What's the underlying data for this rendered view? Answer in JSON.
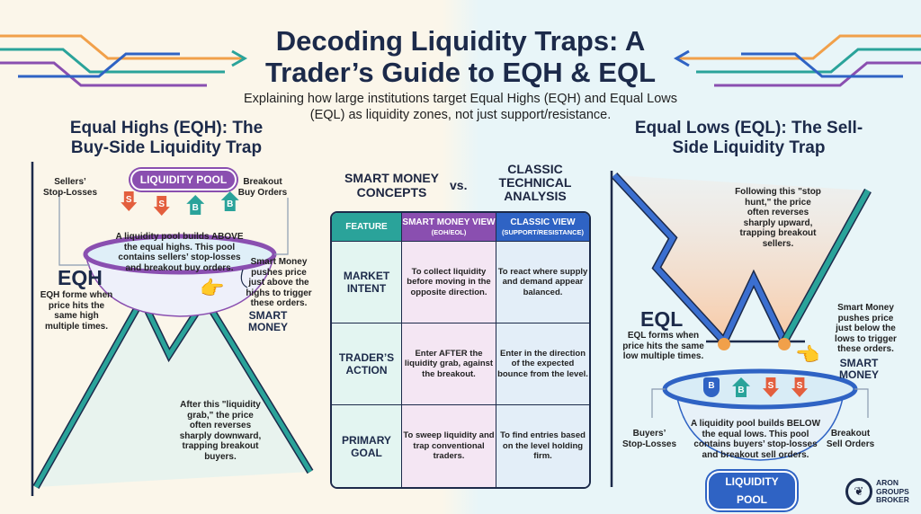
{
  "header": {
    "title": "Decoding Liquidity Traps: A Trader’s Guide to EQH & EQL",
    "subtitle": "Explaining how large institutions target Equal Highs (EQH) and Equal Lows (EQL) as liquidity zones, not just support/resistance."
  },
  "left": {
    "title": "Equal Highs (EQH): The Buy-Side Liquidity Trap",
    "pool_label": "LIQUIDITY POOL",
    "sellers_label": "Sellers’ Stop-Losses",
    "breakout_label": "Breakout Buy Orders",
    "pool_text": "A liquidity pool builds ABOVE the equal highs. This pool contains sellers’ stop-losses and breakout buy orders.",
    "eqh_label": "EQH",
    "eqh_text": "EQH forme when price hits the same high multiple times.",
    "smart_text": "Smart Money pushes price just above the highs to trigger these orders.",
    "smart_label": "SMART MONEY",
    "after_text": "After this \"liquidity grab,\" the price often reverses sharply downward, trapping breakout buyers.",
    "markers": [
      "S",
      "S",
      "B",
      "B"
    ]
  },
  "center": {
    "heading_left": "SMART MONEY CONCEPTS",
    "vs": "vs.",
    "heading_right": "CLASSIC TECHNICAL ANALYSIS",
    "columns": [
      {
        "label": "FEATURE",
        "sub": ""
      },
      {
        "label": "SMART MONEY VIEW",
        "sub": "(EOH/EOL)"
      },
      {
        "label": "CLASSIC VIEW",
        "sub": "(SUPPORT/RESISTANCE)"
      }
    ],
    "rows": [
      {
        "feature": "MARKET INTENT",
        "smart": "To collect liquidity before moving in the opposite direction.",
        "classic": "To react where supply and demand appear balanced."
      },
      {
        "feature": "TRADER’S ACTION",
        "smart": "Enter AFTER the liquidity grab, against the breakout.",
        "classic": "Enter in the direction of the expected bounce from the level."
      },
      {
        "feature": "PRIMARY GOAL",
        "smart": "To sweep liquidity and trap conventional traders.",
        "classic": "To find entries based on the level holding firm."
      }
    ]
  },
  "right": {
    "title": "Equal Lows (EQL): The Sell-Side Liquidity Trap",
    "after_text": "Following this \"stop hunt,\" the price often reverses sharply upward, trapping breakout sellers.",
    "eql_label": "EQL",
    "eql_text": "EQL forms when price hits the same low multiple times.",
    "smart_text": "Smart Money pushes price just below the lows to trigger these orders.",
    "smart_label": "SMART MONEY",
    "buyers_label": "Buyers’ Stop-Losses",
    "breakout_label": "Breakout Sell Orders",
    "pool_text": "A liquidity pool builds BELOW the equal lows. This pool contains buyers’ stop-losses and breakout sell orders.",
    "pool_label": "LIQUIDITY POOL",
    "markers": [
      "B",
      "B",
      "S",
      "S"
    ]
  },
  "logo": {
    "text": "ARON GROUPS BROKER"
  },
  "colors": {
    "teal": "#2aa39a",
    "purple": "#8a4fb0",
    "blue": "#2f63c4",
    "orange": "#f1a04a",
    "red": "#e35f3e",
    "navy": "#1c2a4a"
  }
}
